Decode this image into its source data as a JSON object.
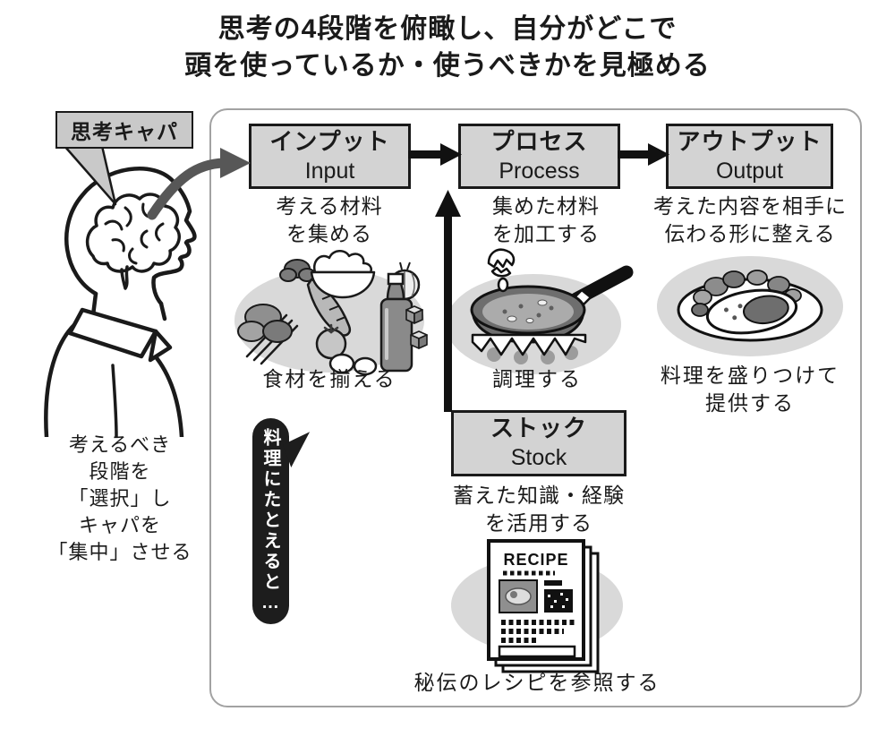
{
  "title": {
    "line1": "思考の4段階を俯瞰し、自分がどこで",
    "line2": "頭を使っているか・使うべきかを見極める"
  },
  "capacity_label": "思考キャパ",
  "left_note": {
    "lines": [
      "考えるべき",
      "段階を",
      "「選択」し",
      "キャパを",
      "「集中」させる"
    ]
  },
  "analogy_bubble": "料理にたとえると…",
  "recipe_label": "RECIPE",
  "stages": [
    {
      "id": "input",
      "jp": "インプット",
      "en": "Input",
      "desc": [
        "考える材料",
        "を集める"
      ],
      "analogy": [
        "食材を揃える"
      ],
      "icon": "ingredients-illustration"
    },
    {
      "id": "process",
      "jp": "プロセス",
      "en": "Process",
      "desc": [
        "集めた材料",
        "を加工する"
      ],
      "analogy": [
        "調理する"
      ],
      "icon": "frying-pan-illustration"
    },
    {
      "id": "output",
      "jp": "アウトプット",
      "en": "Output",
      "desc": [
        "考えた内容を相手に",
        "伝わる形に整える"
      ],
      "analogy": [
        "料理を盛りつけて",
        "提供する"
      ],
      "icon": "plated-dish-illustration"
    },
    {
      "id": "stock",
      "jp": "ストック",
      "en": "Stock",
      "desc": [
        "蓄えた知識・経験",
        "を活用する"
      ],
      "analogy": [
        "秘伝のレシピを参照する"
      ],
      "icon": "recipe-illustration"
    }
  ],
  "flow": [
    "input",
    "process",
    "output"
  ],
  "support_arrow": {
    "from": "stock",
    "to": "process"
  },
  "capacity_arrow": {
    "from": "brain",
    "to": "input"
  },
  "colors": {
    "stage_box_fill": "#d3d3d3",
    "stage_box_border": "#1a1a1a",
    "illustration_bg": "#d9d9d9",
    "ink": "#1a1a1a",
    "capacity_arrow_gray": "#575757",
    "frame_border": "#a2a2a2",
    "bubble_bg": "#1d1d1d",
    "bubble_text": "#ffffff"
  }
}
